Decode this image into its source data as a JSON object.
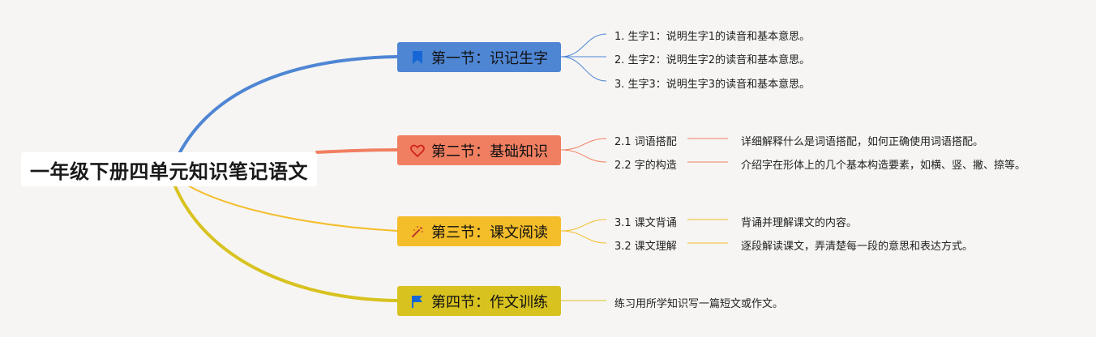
{
  "root": {
    "title": "一年级下册四单元知识笔记语文"
  },
  "colors": {
    "section1": "#4f86d4",
    "section2": "#f07f61",
    "section3": "#f4bd2a",
    "section4": "#d8c220",
    "background": "#f6f5f3"
  },
  "sections": [
    {
      "label": "第一节：识记生字",
      "icon": "bookmark-icon",
      "items": [
        {
          "title": "1. 生字1：说明生字1的读音和基本意思。"
        },
        {
          "title": "2. 生字2：说明生字2的读音和基本意思。"
        },
        {
          "title": "3. 生字3：说明生字3的读音和基本意思。"
        }
      ]
    },
    {
      "label": "第二节：基础知识",
      "icon": "heart-icon",
      "items": [
        {
          "title": "2.1 词语搭配",
          "detail": "详细解释什么是词语搭配，如何正确使用词语搭配。"
        },
        {
          "title": "2.2 字的构造",
          "detail": "介绍字在形体上的几个基本构造要素，如横、竖、撇、捺等。"
        }
      ]
    },
    {
      "label": "第三节：课文阅读",
      "icon": "magic-wand-icon",
      "items": [
        {
          "title": "3.1 课文背诵",
          "detail": "背诵并理解课文的内容。"
        },
        {
          "title": "3.2 课文理解",
          "detail": "逐段解读课文，弄清楚每一段的意思和表达方式。"
        }
      ]
    },
    {
      "label": "第四节：作文训练",
      "icon": "flag-icon",
      "items": [
        {
          "title": "练习用所学知识写一篇短文或作文。"
        }
      ]
    }
  ]
}
